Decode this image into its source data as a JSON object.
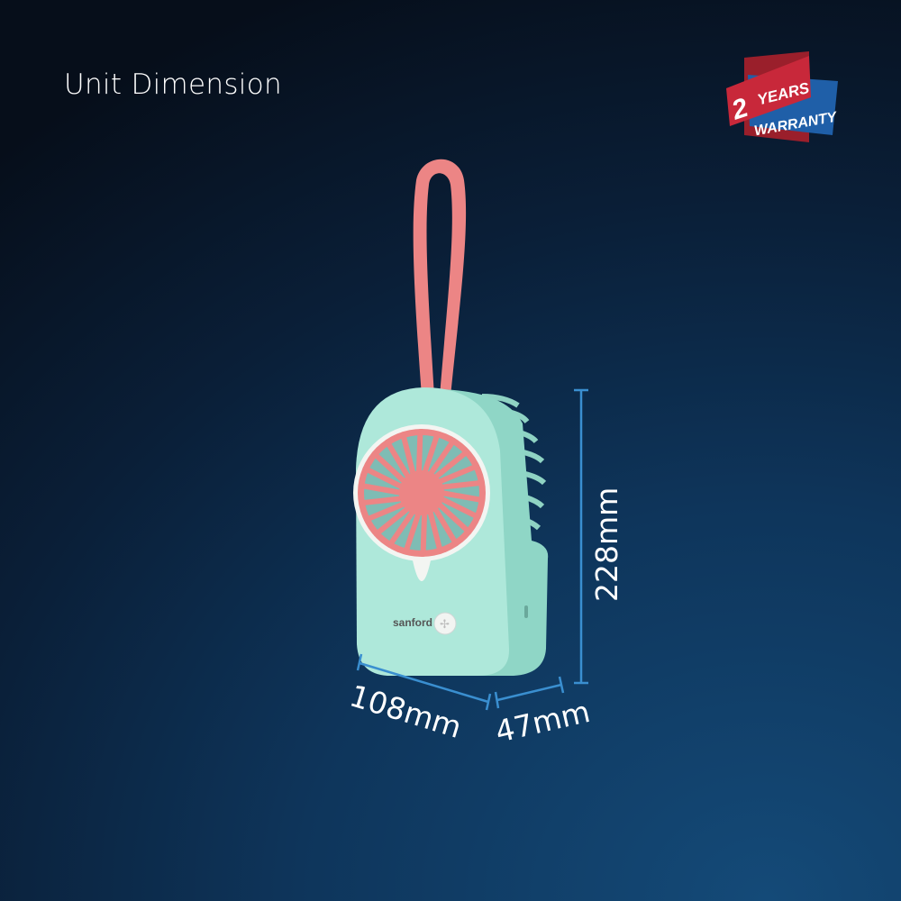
{
  "heading": "Unit Dimension",
  "badge": {
    "line1_number": "2",
    "line1_text": "YEARS",
    "line2_text": "WARRANTY",
    "red": "#c8283a",
    "blue": "#1f5fa8"
  },
  "product": {
    "brand": "sanford",
    "body_color": "#a9e6d8",
    "accent_color": "#ec8585"
  },
  "dimensions": {
    "height": "228mm",
    "width": "108mm",
    "depth": "47mm",
    "line_color": "#3a8fd0"
  },
  "fan": {
    "blade_count": 22
  }
}
